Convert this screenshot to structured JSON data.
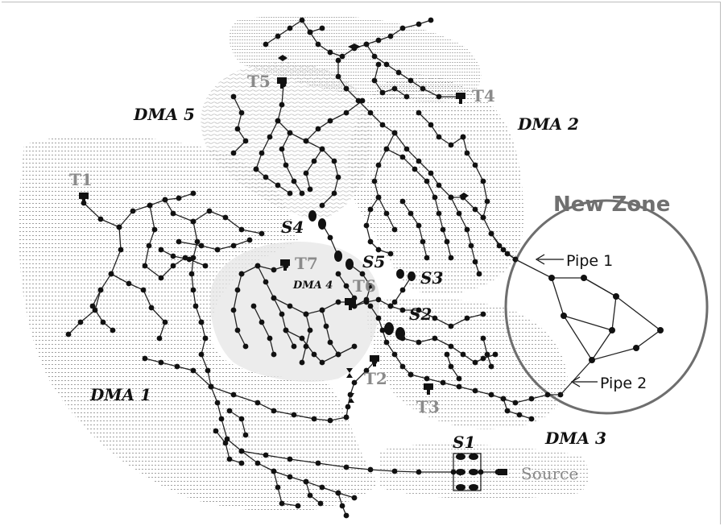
{
  "labels": {
    "dma1": "DMA 1",
    "dma2": "DMA 2",
    "dma3": "DMA 3",
    "dma4": "DMA 4",
    "dma5": "DMA 5",
    "new_zone": "New Zone",
    "pipe1": "Pipe 1",
    "pipe2": "Pipe 2",
    "source": "Source",
    "tanks": [
      "T1",
      "T2",
      "T3",
      "T4",
      "T5",
      "T6",
      "T7"
    ],
    "stations": [
      "S1",
      "S2",
      "S3",
      "S4",
      "S5"
    ]
  },
  "colors": {
    "zone_circle": "#6e6e6e",
    "tank_label": "#8a8a8a",
    "network": "#111111",
    "dma_shade": "#cfcfcf"
  }
}
